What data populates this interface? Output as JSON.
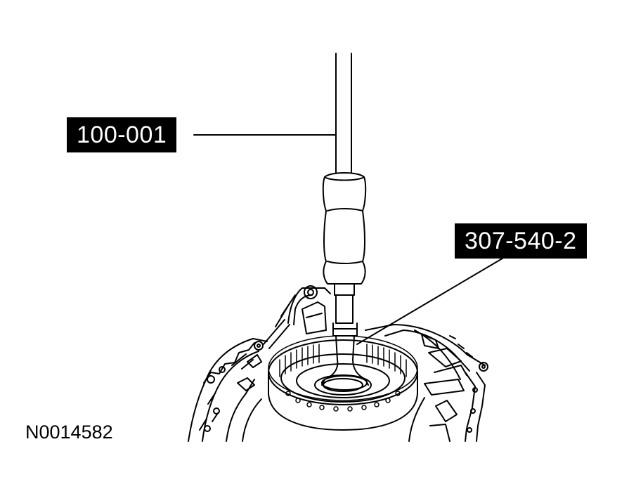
{
  "callouts": {
    "tool_a": "100-001",
    "tool_b": "307-540-2"
  },
  "figure_id": "N0014582",
  "colors": {
    "line": "#000000",
    "label_bg": "#000000",
    "label_text": "#ffffff",
    "background": "#ffffff"
  }
}
